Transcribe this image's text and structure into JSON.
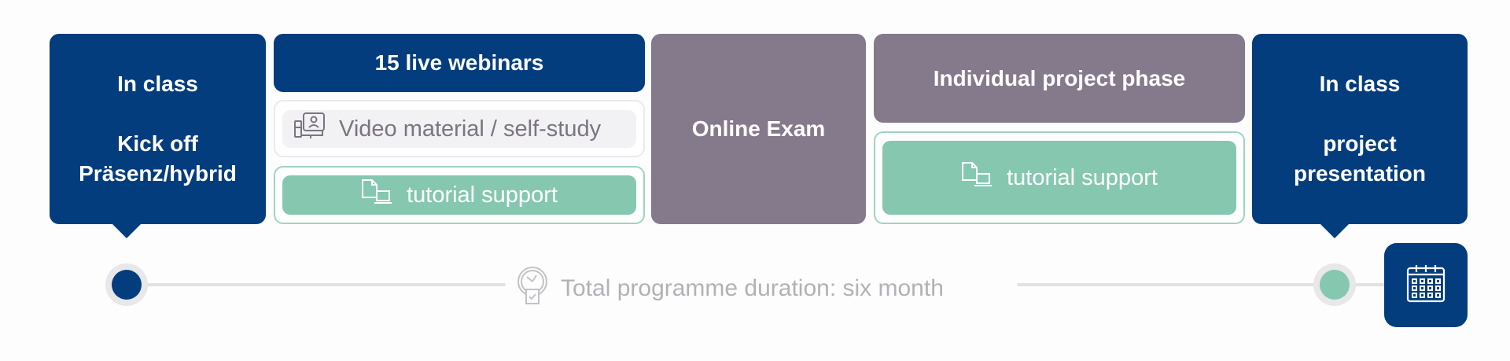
{
  "colors": {
    "navy": "#033d7d",
    "mauve": "#85798c",
    "teal": "#86c7b0",
    "track": "#e2e1e4",
    "muted_text": "#b3b1b6"
  },
  "phases": {
    "kickoff": {
      "line1": "In class",
      "line2": "Kick off",
      "line3": "Präsenz/hybrid"
    },
    "webinars": {
      "title": "15 live webinars",
      "video": {
        "icon": "video-lecture-icon",
        "label": "Video material / self-study"
      },
      "tutorial": {
        "icon": "document-laptop-icon",
        "label": "tutorial support"
      }
    },
    "exam": {
      "title": "Online Exam"
    },
    "project": {
      "title": "Individual project phase",
      "tutorial": {
        "icon": "document-laptop-icon",
        "label": "tutorial support"
      }
    },
    "presentation": {
      "line1": "In class",
      "line2": "project",
      "line3": "presentation"
    }
  },
  "timeline": {
    "start_marker": "navy-dot",
    "end_marker": "teal-dot",
    "duration_icon": "clock-checklist-icon",
    "duration_label": "Total programme duration: six month",
    "end_icon": "calendar-icon"
  }
}
